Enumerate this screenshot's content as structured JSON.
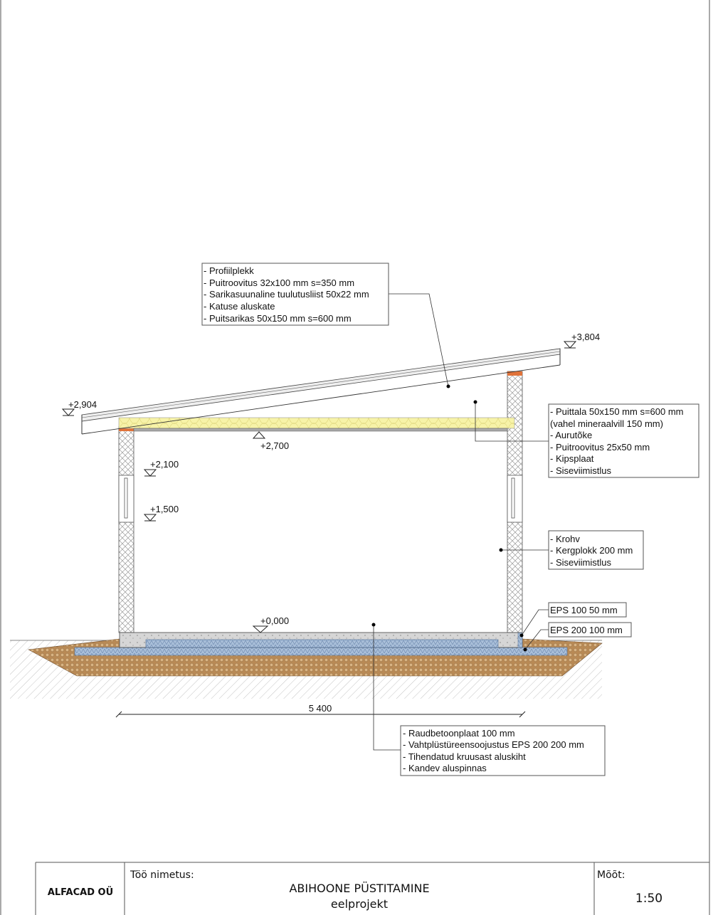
{
  "drawing": {
    "levels": {
      "roof_low": "+2,904",
      "roof_high": "+3,804",
      "ceiling": "+2,700",
      "window_top": "+2,100",
      "window_bottom": "+1,500",
      "floor": "+0,000"
    },
    "dimension": "5 400",
    "callouts": {
      "roof": [
        "- Profiilplekk",
        "- Puitroovitus 32x100 mm s=350 mm",
        "- Sarikasuunaline tuulutusliist 50x22 mm",
        "- Katuse aluskate",
        "- Puitsarikas 50x150 mm s=600 mm"
      ],
      "ceiling": [
        "- Puittala 50x150 mm s=600 mm",
        " (vahel mineraalvill 150 mm)",
        "- Aurutõke",
        "- Puitroovitus 25x50 mm",
        "- Kipsplaat",
        "- Siseviimistlus"
      ],
      "wall": [
        "- Krohv",
        "- Kergplokk 200 mm",
        "- Siseviimistlus"
      ],
      "eps100": "EPS 100 50 mm",
      "eps200": "EPS 200 100 mm",
      "floor": [
        "- Raudbetoonplaat 100 mm",
        "- Vahtplüstüreensoojustus EPS 200 200 mm",
        "- Tihendatud kruusast aluskiht",
        "- Kandev aluspinnas"
      ]
    },
    "colors": {
      "insulation": "#f7f3a8",
      "gravel": "#b98a55",
      "eps": "#a9bfd9",
      "concrete": "#d6d6d6",
      "cap": "#e0733a"
    }
  },
  "title_block": {
    "company": "ALFACAD OÜ",
    "work_label": "Töö nimetus:",
    "title": "ABIHOONE PÜSTITAMINE",
    "subtitle": "eelprojekt",
    "scale_label": "Mõõt:",
    "scale": "1:50"
  }
}
